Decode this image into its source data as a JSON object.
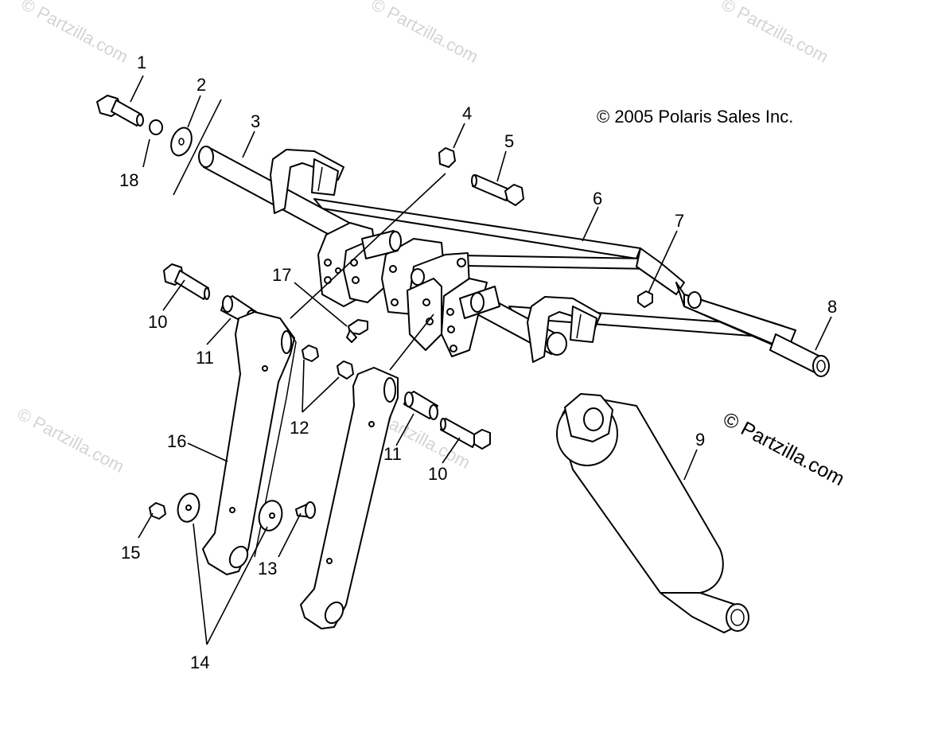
{
  "copyright": "© 2005 Polaris Sales Inc.",
  "watermark_main": "© Partzilla.com",
  "watermark_faint": "© Partzilla.com",
  "callouts": {
    "c1": "1",
    "c2": "2",
    "c3": "3",
    "c4": "4",
    "c5": "5",
    "c6": "6",
    "c7": "7",
    "c8": "8",
    "c9": "9",
    "c10a": "10",
    "c10b": "10",
    "c11a": "11",
    "c11b": "11",
    "c12": "12",
    "c13": "13",
    "c14": "14",
    "c15": "15",
    "c16": "16",
    "c17": "17",
    "c18": "18"
  },
  "colors": {
    "line": "#000000",
    "background": "#ffffff",
    "watermark": "#d4d4d4"
  }
}
